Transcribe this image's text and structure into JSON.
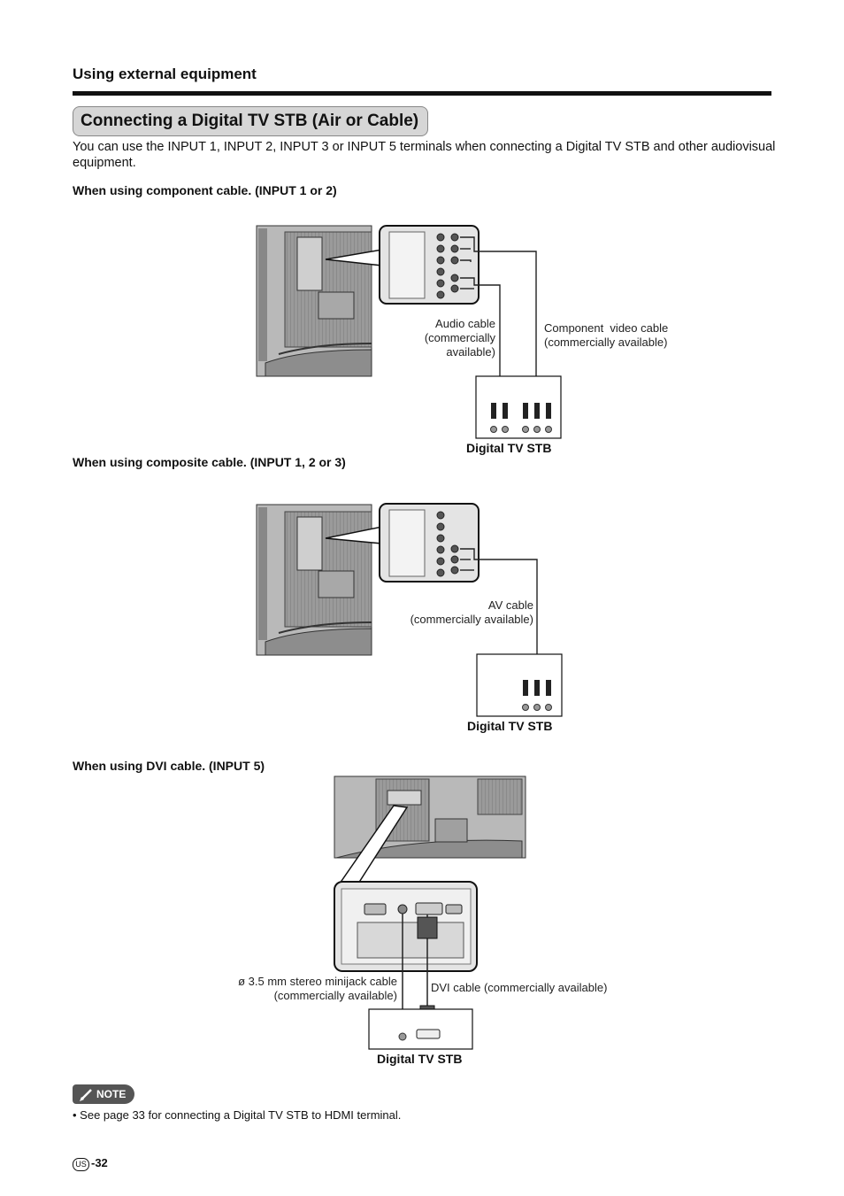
{
  "header": {
    "section_label": "Using external equipment"
  },
  "title": "Connecting a Digital TV STB (Air or Cable)",
  "intro": "You can use the INPUT 1, INPUT 2, INPUT 3 or INPUT 5 terminals when connecting a Digital TV STB and other audiovisual equipment.",
  "sections": {
    "component": {
      "heading": "When using component cable. (INPUT 1 or 2)",
      "audio_cable": [
        "Audio cable",
        "(commercially",
        "available)"
      ],
      "video_cable": [
        "Component  video cable",
        "(commercially available)"
      ],
      "device": "Digital TV STB"
    },
    "composite": {
      "heading": "When using composite cable. (INPUT 1, 2 or 3)",
      "av_cable": [
        "AV cable",
        "(commercially available)"
      ],
      "device": "Digital TV STB"
    },
    "dvi": {
      "heading": "When using DVI cable. (INPUT 5)",
      "minijack_cable": [
        "ø 3.5 mm stereo minijack cable",
        "(commercially available)"
      ],
      "dvi_cable": "DVI cable (commercially available)",
      "device": "Digital TV STB"
    }
  },
  "note": {
    "badge": "NOTE",
    "items": [
      "• See page 33 for connecting a Digital TV STB to HDMI terminal."
    ]
  },
  "footer": {
    "region_badge": "US",
    "page_number": "-32"
  }
}
